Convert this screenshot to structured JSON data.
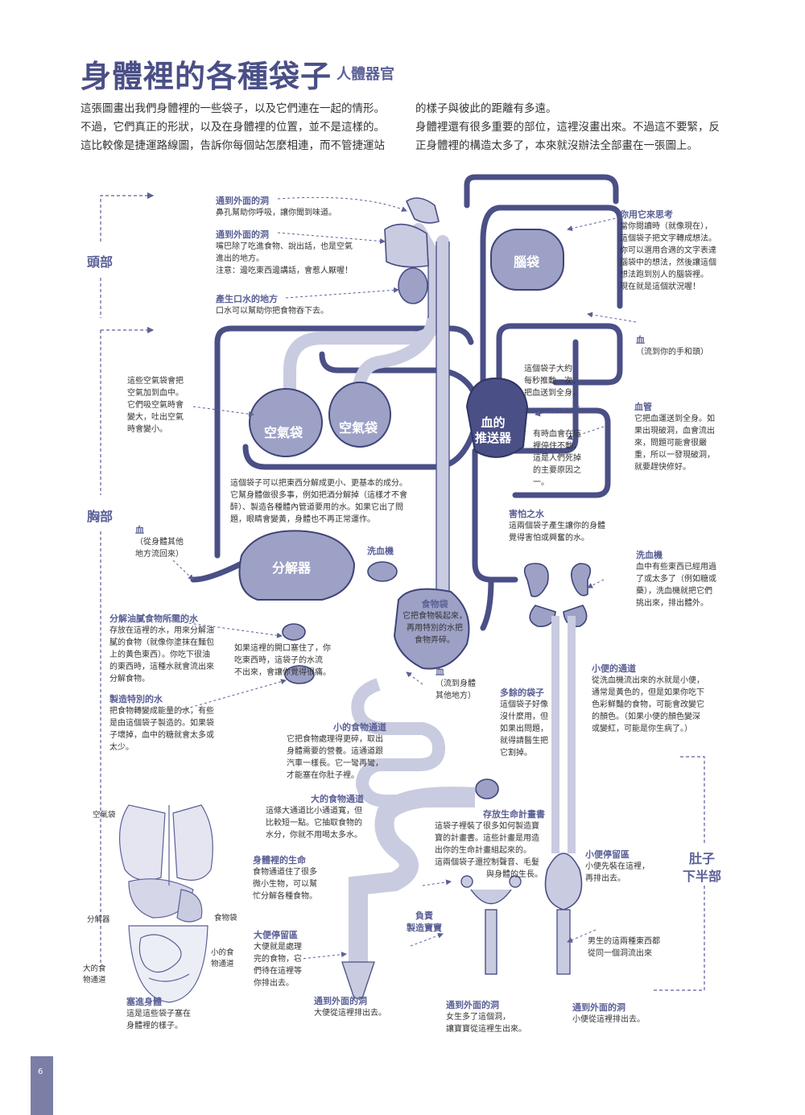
{
  "header": {
    "title": "身體裡的各種袋子",
    "subtitle": "人體器官"
  },
  "intro": {
    "left": [
      "這張圖畫出我們身體裡的一些袋子，以及它們連在一起的情形。",
      "不過，它們真正的形狀，以及在身體裡的位置，並不是這樣的。",
      "這比較像是捷運路線圖，告訴你每個站怎麼相連，而不管捷運站"
    ],
    "right": [
      "的樣子與彼此的距離有多遠。",
      "身體裡還有很多重要的部位，這裡沒畫出來。不過這不要緊，反",
      "正身體裡的構造太多了，本來就沒辦法全部畫在一張圖上。"
    ]
  },
  "regions": {
    "head": "頭部",
    "chest": "胸部",
    "belly": [
      "肚子",
      "下半部"
    ]
  },
  "organs": {
    "brain": "腦袋",
    "lung_left": "空氣袋",
    "lung_right": "空氣袋",
    "heart": [
      "血的",
      "推送器"
    ],
    "liver": "分解器"
  },
  "notes": {
    "nose": {
      "title": "通到外面的洞",
      "lines": [
        "鼻孔幫助你呼吸，讓你聞到味道。"
      ]
    },
    "mouth": {
      "title": "通到外面的洞",
      "lines": [
        "嘴巴除了吃進食物、說出話，也是空氣",
        "進出的地方。",
        "注意：邊吃東西邊講話，會惹人厭喔！"
      ]
    },
    "saliva": {
      "title": "產生口水的地方",
      "lines": [
        "口水可以幫助你把食物吞下去。"
      ]
    },
    "think": {
      "title": "你用它來思考",
      "lines": [
        "當你閱讀時（就像現在），",
        "這個袋子把文字轉成想法。",
        "你可以選用合適的文字表達",
        "腦袋中的想法，然後讓這個",
        "想法跑到別人的腦袋裡。",
        "現在就是這個狀況喔！"
      ]
    },
    "blood_top": {
      "title": "血",
      "lines": [
        "（流到你的手和頭）"
      ]
    },
    "lungs_note": {
      "lines": [
        "這些空氣袋會把",
        "空氣加到血中。",
        "它們吸空氣時會",
        "變大，吐出空氣",
        "時會變小。"
      ]
    },
    "heart_beat": {
      "lines": [
        "這個袋子大約",
        "每秒推動一次，",
        "把血送到全身。"
      ]
    },
    "heart_stop": {
      "lines": [
        "有時血會在這",
        "裡停住不動，",
        "這是人們死掉",
        "的主要原因之",
        "一。"
      ]
    },
    "vessels": {
      "title": "血管",
      "lines": [
        "它把血運送到全身。如",
        "果出現破洞，血會流出",
        "來，問題可能會很嚴",
        "重，所以一發現破洞，",
        "就要趕快修好。"
      ]
    },
    "liver_note": {
      "lines": [
        "這個袋子可以把東西分解成更小、更基本的成分。",
        "它幫身體做很多事，例如把酒分解掉（這樣才不會",
        "醉）、製造各種體內管道要用的水。如果它出了問",
        "題，眼睛會變黃，身體也不再正常運作。"
      ]
    },
    "fear": {
      "title": "害怕之水",
      "lines": [
        "這兩個袋子產生讓你的身體",
        "覺得害怕或興奮的水。"
      ]
    },
    "blood_left": {
      "title": "血",
      "lines": [
        "（從身體其他",
        "地方流回來）"
      ]
    },
    "spleen": {
      "title": "洗血機"
    },
    "kidney": {
      "title": "洗血機",
      "lines": [
        "血中有些東西已經用過",
        "了或太多了（例如糖或",
        "藥），洗血機就把它們",
        "挑出來，排出體外。"
      ]
    },
    "stomach": {
      "title": "食物袋",
      "lines": [
        "它把食物裝起來，",
        "再用特別的水把",
        "食物弄碎。"
      ]
    },
    "bile": {
      "title": "分解油膩食物所需的水",
      "lines": [
        "存放在這裡的水，用來分解油",
        "膩的食物（就像你塗抹在麵包",
        "上的黃色東西）。你吃下很油",
        "的東西時，這種水就會流出來",
        "分解食物。"
      ]
    },
    "bile_block": {
      "lines": [
        "如果這裡的開口塞住了，你",
        "吃東西時，這袋子的水流",
        "不出來，會讓你覺得很痛。"
      ]
    },
    "pancreas": {
      "title": "製造特別的水",
      "lines": [
        "把食物轉變成能量的水，有些",
        "是由這個袋子製造的。如果袋",
        "子壞掉，血中的糖就會太多或",
        "太少。"
      ]
    },
    "blood_body": {
      "title": "血",
      "lines": [
        "（流到身體",
        "其他地方）"
      ]
    },
    "appendix": {
      "title": "多餘的袋子",
      "lines": [
        "這個袋子好像",
        "沒什麼用，但",
        "如果出問題，",
        "就得請醫生把",
        "它割掉。"
      ]
    },
    "urine_path": {
      "title": "小便的通道",
      "lines": [
        "從洗血機流出來的水就是小便，",
        "通常是黃色的，但是如果你吃下",
        "色彩鮮豔的食物，可能會改變它",
        "的顏色。（如果小便的顏色變深",
        "或變紅，可能是你生病了。）"
      ]
    },
    "small_int": {
      "title": "小的食物通道",
      "lines": [
        "它把食物處理得更碎，取出",
        "身體需要的營養。這通道跟",
        "汽車一樣長。它一彎再彎，",
        "才能塞在你肚子裡。"
      ]
    },
    "large_int": {
      "title": "大的食物通道",
      "lines": [
        "這條大通道比小通道寬，但",
        "比較短一點。它抽取食物的",
        "水分，你就不用喝太多水。"
      ]
    },
    "life_plans": {
      "title": "存放生命計畫書",
      "lines": [
        "這袋子裡裝了很多如何製造寶",
        "寶的計畫書。這些計畫是用造",
        "出你的生命計畫組起來的。",
        "這兩個袋子還控制聲音、毛髮",
        "與身體的生長。"
      ]
    },
    "gut_life": {
      "title": "身體裡的生命",
      "lines": [
        "食物通道住了很多",
        "微小生物，可以幫",
        "忙分解各種食物。"
      ]
    },
    "bladder": {
      "title": "小便停留區",
      "lines": [
        "小便先裝在這裡，",
        "再排出去。"
      ]
    },
    "womb": {
      "title": [
        "負責",
        "製造寶寶"
      ]
    },
    "rectum": {
      "title": "大便停留區",
      "lines": [
        "大便就是處理",
        "完的食物，它",
        "們待在這裡等",
        "你排出去。"
      ]
    },
    "male": {
      "lines": [
        "男生的這兩種東西都",
        "從同一個洞流出來"
      ]
    },
    "anus": {
      "title": "通到外面的洞",
      "lines": [
        "大便從這裡排出去。"
      ]
    },
    "vagina": {
      "title": "通到外面的洞",
      "lines": [
        "女生多了這個洞，",
        "讓寶寶從這裡生出來。"
      ]
    },
    "urethra": {
      "title": "通到外面的洞",
      "lines": [
        "小便從這裡排出去。"
      ]
    }
  },
  "inset": {
    "title": "塞進身體",
    "lines": [
      "這是這些袋子塞在",
      "身體裡的樣子。"
    ],
    "labels": {
      "lung": "空氣袋",
      "liver": "分解器",
      "stomach": "食物袋",
      "small": [
        "小的食",
        "物通道"
      ],
      "large": [
        "大的食",
        "物通道"
      ]
    }
  },
  "page_number": "6",
  "colors": {
    "organ_fill": "#9da1c6",
    "organ_stroke": "#3f4477",
    "accent": "#5b6096",
    "tube_light": "#c9cbe0"
  }
}
